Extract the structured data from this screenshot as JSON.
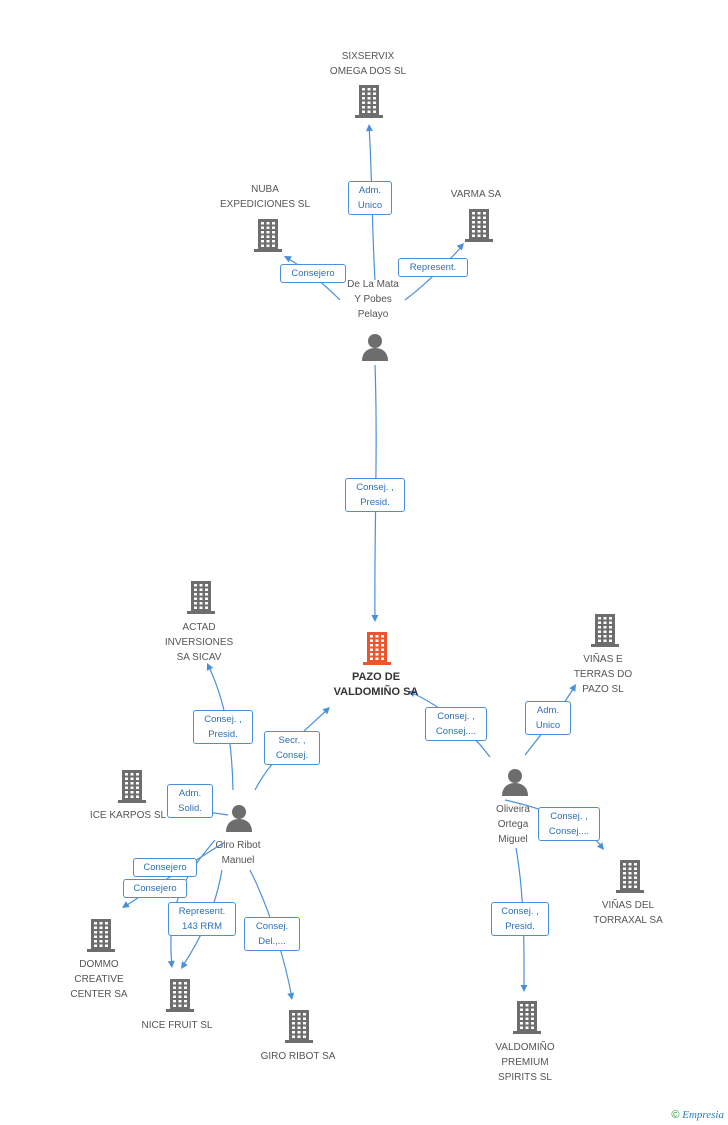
{
  "colors": {
    "edge": "#4a90d9",
    "building": "#6d6d6d",
    "center": "#f0542c",
    "person": "#6d6d6d"
  },
  "nodes": [
    {
      "id": "center",
      "type": "company-center",
      "label": "PAZO DE\nVALDOMIÑO SA"
    },
    {
      "id": "sixservix",
      "type": "company",
      "label": "SIXSERVIX\nOMEGA DOS SL"
    },
    {
      "id": "nuba",
      "type": "company",
      "label": "NUBA\nEXPEDICIONES SL"
    },
    {
      "id": "varma",
      "type": "company",
      "label": "VARMA SA"
    },
    {
      "id": "delamata",
      "type": "person",
      "label": "De La Mata\nY Pobes\nPelayo"
    },
    {
      "id": "actad",
      "type": "company",
      "label": "ACTAD\nINVERSIONES\nSA SICAV"
    },
    {
      "id": "icekarpos",
      "type": "company",
      "label": "ICE KARPOS  SL"
    },
    {
      "id": "giro",
      "type": "person",
      "label": "Giro Ribot\nManuel"
    },
    {
      "id": "dommo",
      "type": "company",
      "label": "DOMMO\nCREATIVE\nCENTER SA"
    },
    {
      "id": "nicefruit",
      "type": "company",
      "label": "NICE FRUIT SL"
    },
    {
      "id": "giroribotsa",
      "type": "company",
      "label": "GIRO RIBOT SA"
    },
    {
      "id": "vinasterras",
      "type": "company",
      "label": "VIÑAS E\nTERRAS DO\nPAZO SL"
    },
    {
      "id": "oliveira",
      "type": "person",
      "label": "Oliveira\nOrtega\nMiguel"
    },
    {
      "id": "vinastorraxal",
      "type": "company",
      "label": "VIÑAS DEL\nTORRAXAL SA"
    },
    {
      "id": "valdominopremium",
      "type": "company",
      "label": "VALDOMIÑO\nPREMIUM\nSPIRITS  SL"
    }
  ],
  "edges": [
    {
      "from": "delamata",
      "to": "sixservix",
      "label": "Adm.\nUnico"
    },
    {
      "from": "delamata",
      "to": "nuba",
      "label": "Consejero"
    },
    {
      "from": "delamata",
      "to": "varma",
      "label": "Represent."
    },
    {
      "from": "delamata",
      "to": "center",
      "label": "Consej. ,\nPresid."
    },
    {
      "from": "giro",
      "to": "actad",
      "label": "Consej. ,\nPresid."
    },
    {
      "from": "giro",
      "to": "center",
      "label": "Secr. ,\nConsej."
    },
    {
      "from": "giro",
      "to": "icekarpos",
      "label": "Adm.\nSolid."
    },
    {
      "from": "giro",
      "to": "nicefruit",
      "label": "Consejero"
    },
    {
      "from": "giro",
      "to": "dommo",
      "label": "Consejero"
    },
    {
      "from": "giro",
      "to": "nicefruit",
      "label": "Represent.\n143 RRM"
    },
    {
      "from": "giro",
      "to": "giroribotsa",
      "label": "Consej.\nDel.,..."
    },
    {
      "from": "oliveira",
      "to": "center",
      "label": "Consej. ,\nConsej...."
    },
    {
      "from": "oliveira",
      "to": "vinasterras",
      "label": "Adm.\nUnico"
    },
    {
      "from": "oliveira",
      "to": "vinastorraxal",
      "label": "Consej. ,\nConsej...."
    },
    {
      "from": "oliveira",
      "to": "valdominopremium",
      "label": "Consej. ,\nPresid."
    }
  ],
  "watermark": {
    "symbol": "©",
    "brand": "Empresia"
  }
}
